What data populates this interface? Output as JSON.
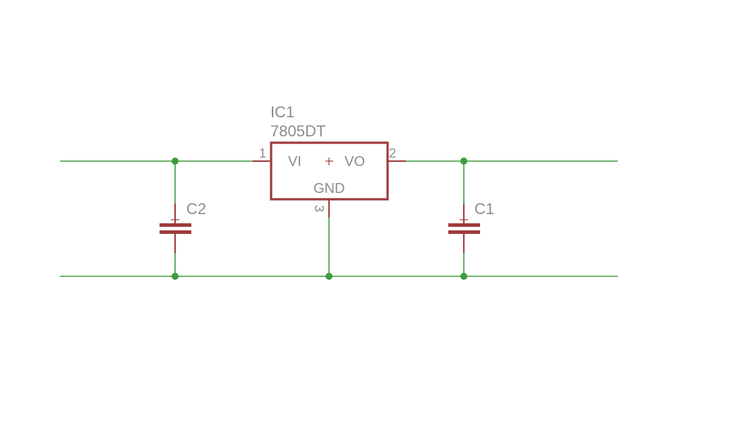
{
  "ic": {
    "ref": "IC1",
    "value": "7805DT",
    "pins": {
      "input_name": "VI",
      "output_name": "VO",
      "ground_name": "GND",
      "input_number": "1",
      "output_number": "2",
      "ground_number": "3"
    }
  },
  "capacitors": [
    {
      "ref": "C2"
    },
    {
      "ref": "C1"
    }
  ],
  "colors": {
    "wire": "#3f9b3f",
    "component": "#9e3b3b",
    "label": "#8c8c8c",
    "background": "#ffffff"
  }
}
